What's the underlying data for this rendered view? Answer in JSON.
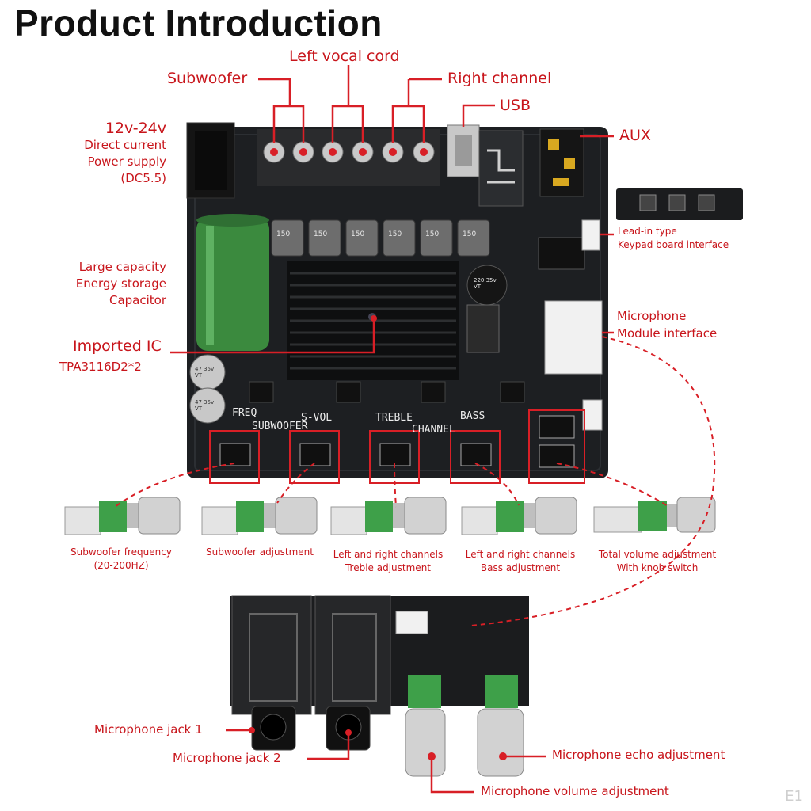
{
  "title": "Product Introduction",
  "watermark": "E1",
  "labels": {
    "subwoofer": "Subwoofer",
    "left_vocal_cord": "Left vocal cord",
    "right_channel": "Right channel",
    "usb": "USB",
    "aux": "AUX",
    "power_line1": "12v-24v",
    "power_line2": "Direct current",
    "power_line3": "Power supply",
    "power_line4": "(DC5.5)",
    "keypad_line1": "Lead-in type",
    "keypad_line2": "Keypad board interface",
    "capacitor_line1": "Large capacity",
    "capacitor_line2": "Energy storage",
    "capacitor_line3": "Capacitor",
    "ic_line1": "Imported IC",
    "ic_line2": "TPA3116D2*2",
    "mic_module_line1": "Microphone",
    "mic_module_line2": "Module interface",
    "mic_jack_1": "Microphone jack 1",
    "mic_jack_2": "Microphone jack 2",
    "mic_echo": "Microphone echo adjustment",
    "mic_volume": "Microphone volume adjustment"
  },
  "potentiometers": [
    {
      "line1": "Subwoofer frequency",
      "line2": "(20-200HZ)"
    },
    {
      "line1": "Subwoofer adjustment",
      "line2": ""
    },
    {
      "line1": "Left and right channels",
      "line2": "Treble adjustment"
    },
    {
      "line1": "Left and right channels",
      "line2": "Bass adjustment"
    },
    {
      "line1": "Total volume adjustment",
      "line2": "With knob switch"
    }
  ],
  "board_silkscreen": {
    "freq": "FREQ",
    "svol": "S-VOL",
    "subwoofer": "SUBWOOFER",
    "treble": "TREBLE",
    "channel": "CHANNEL",
    "bass": "BASS",
    "inductor": "150",
    "cap_small": "47 35v VT",
    "cap_mid": "220 35v VT"
  },
  "colors": {
    "label_red": "#c8151b",
    "board_black": "#1d1f22",
    "capacitor_green": "#3b8a3e"
  }
}
